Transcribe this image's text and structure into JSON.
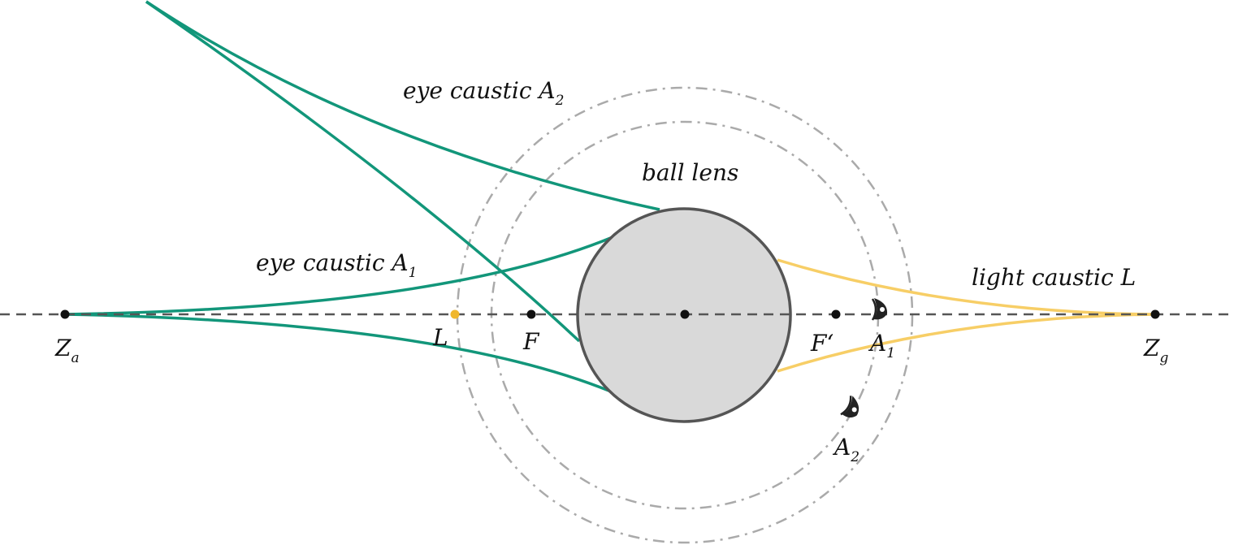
{
  "colors": {
    "eye_caustic": "#12967A",
    "light_caustic": "#F7CE66",
    "lens_fill": "#D9D9D9",
    "lens_stroke": "#555555",
    "axis": "#555555",
    "circles": "#AAAAAA",
    "points": "#111111",
    "light_point": "#F0B72E"
  },
  "labels": {
    "eye_caustic_a2": {
      "main": "eye caustic A",
      "sub": "2"
    },
    "eye_caustic_a1": {
      "main": "eye caustic A",
      "sub": "1"
    },
    "ball_lens": "ball lens",
    "light_caustic": "light caustic L",
    "za": {
      "main": "Z",
      "sub": "a"
    },
    "zg": {
      "main": "Z",
      "sub": "g"
    },
    "l": "L",
    "f": "F",
    "f_prime": "F‘",
    "a1": {
      "main": "A",
      "sub": "1"
    },
    "a2": {
      "main": "A",
      "sub": "2"
    }
  },
  "icons": {
    "observer_a1": "eye-icon",
    "observer_a2": "eye-icon"
  }
}
